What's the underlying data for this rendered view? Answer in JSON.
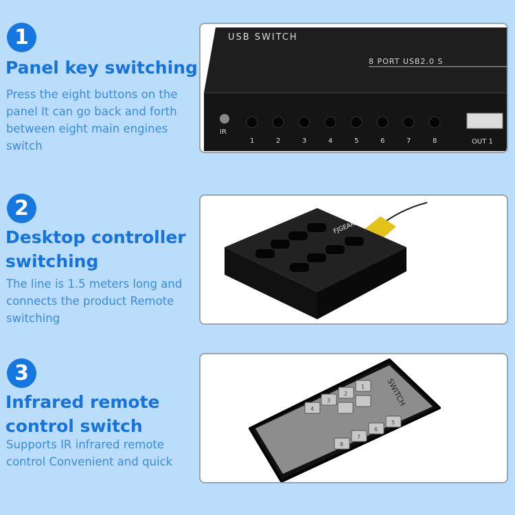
{
  "sections": [
    {
      "number": "1",
      "title_lines": [
        "Panel key switching"
      ],
      "body_lines": [
        "Press the eight buttons on the",
        "panel It can go back and forth",
        "between eight main engines",
        "switch"
      ]
    },
    {
      "number": "2",
      "title_lines": [
        "Desktop controller",
        "switching"
      ],
      "body_lines": [
        "The line is 1.5 meters long and",
        "connects the product Remote",
        "switching"
      ]
    },
    {
      "number": "3",
      "title_lines": [
        "Infrared remote",
        "control switch"
      ],
      "body_lines": [
        "Supports IR infrared remote",
        "control Convenient and quick"
      ]
    }
  ],
  "device": {
    "brand_label": "USB SWITCH",
    "model_label": "8 PORT USB2.0 S",
    "ir_label": "IR",
    "port_numbers": [
      "1",
      "2",
      "3",
      "4",
      "5",
      "6",
      "7",
      "8"
    ],
    "out_label": "OUT 1"
  },
  "controller": {
    "logo": "FJGEAR"
  },
  "remote": {
    "logo": "SWITCH",
    "keys": [
      "1",
      "2",
      "3",
      "4",
      "5",
      "6",
      "7",
      "8"
    ]
  },
  "colors": {
    "background": "#b9ddfb",
    "accent": "#1677e0"
  }
}
